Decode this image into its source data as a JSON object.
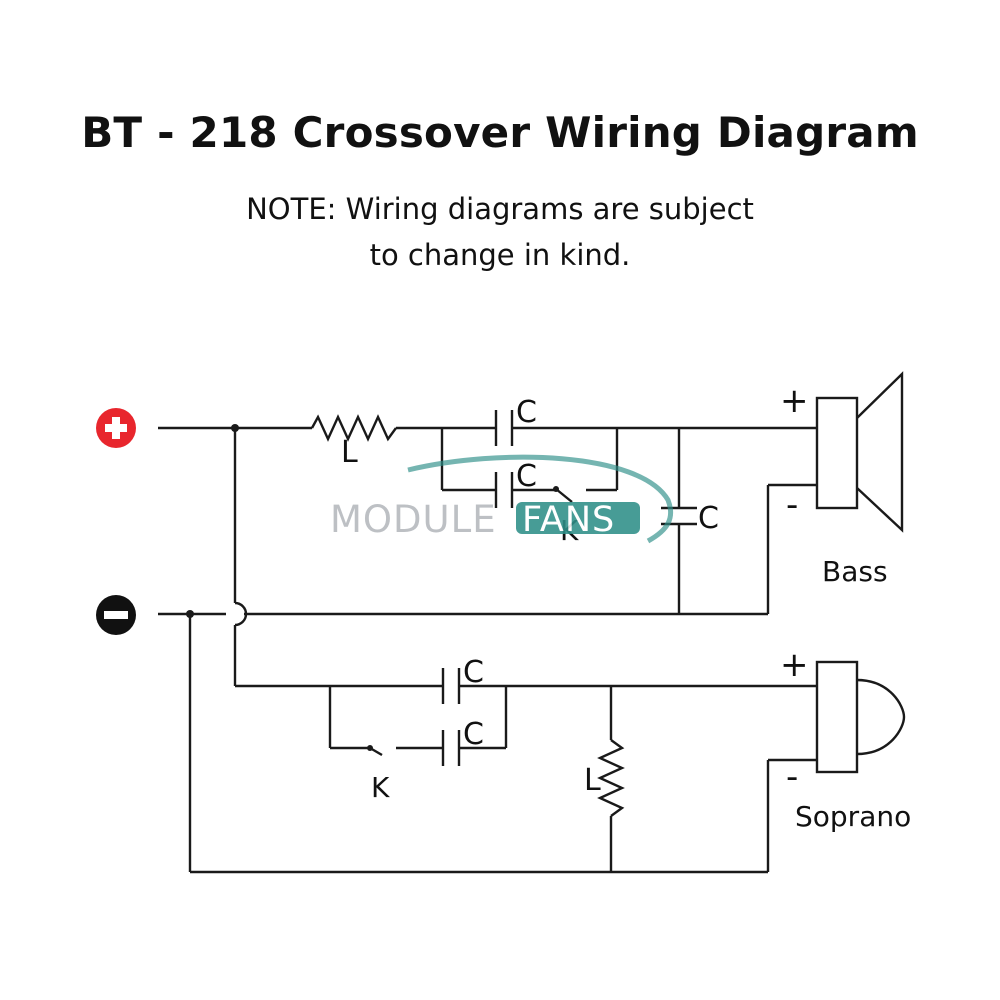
{
  "title": "BT - 218 Crossover Wiring Diagram",
  "note": {
    "line1": "NOTE: Wiring diagrams are subject",
    "line2": "to change in kind."
  },
  "colors": {
    "positive_terminal": "#e8262d",
    "negative_terminal": "#111111",
    "wire": "#1a1a1a",
    "watermark_gray": "#b4b8bd",
    "watermark_teal": "#2e8f88"
  },
  "icons": {
    "positive_terminal": "plus-circle-icon",
    "negative_terminal": "minus-circle-icon",
    "bass_speaker": "woofer-speaker-icon",
    "soprano_speaker": "tweeter-speaker-icon"
  },
  "labels": {
    "inductor_bass": "L",
    "cap_bass_series_1": "C",
    "cap_bass_series_2": "C",
    "switch_bass": "K",
    "cap_bass_shunt": "C",
    "bass_plus": "+",
    "bass_minus": "-",
    "bass": "Bass",
    "cap_sop_series_1": "C",
    "cap_sop_series_2": "C",
    "switch_sop": "K",
    "inductor_sop": "L",
    "sop_plus": "+",
    "sop_minus": "-",
    "soprano": "Soprano"
  },
  "watermark": {
    "part1": "MODULE",
    "part2": "FANS"
  }
}
